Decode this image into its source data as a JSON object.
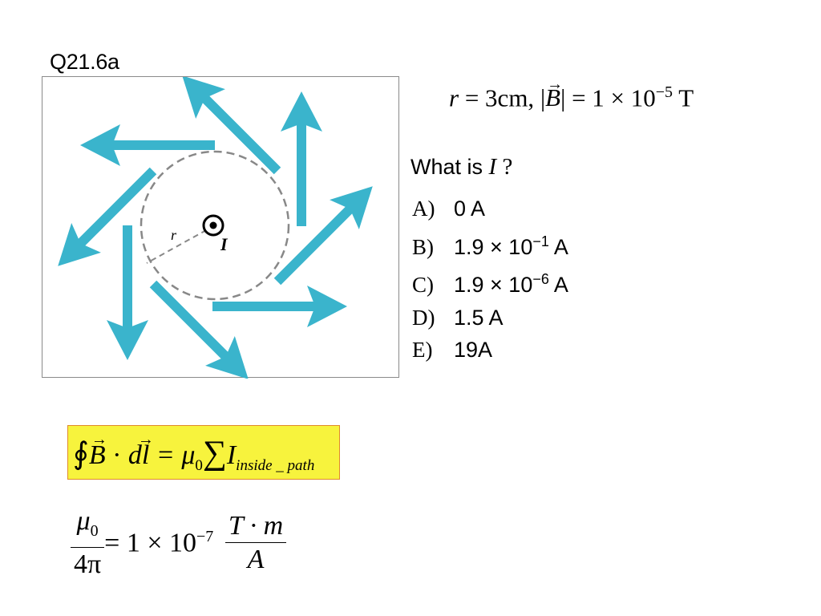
{
  "slide": {
    "title": "Q21.6a"
  },
  "figure": {
    "radius_label": "r",
    "current_label": "I",
    "arrow_color": "#3ab4cc",
    "circle_color": "#888888"
  },
  "given": {
    "r_var": "r",
    "r_value": " = 3cm, ",
    "b_abs_open": "|",
    "b_var": "B",
    "b_abs_close": "|",
    "b_value": " = 1 × 10",
    "b_exp": "−5",
    "b_unit": " T"
  },
  "question": {
    "prefix": "What is ",
    "var": "I",
    "suffix": " ?"
  },
  "choices": [
    {
      "letter": "A)",
      "text": "0 A",
      "base": "",
      "exp": "",
      "unit": ""
    },
    {
      "letter": "B)",
      "text": "",
      "base": "1.9 × 10",
      "exp": "−1",
      "unit": " A"
    },
    {
      "letter": "C)",
      "text": "",
      "base": "1.9 × 10",
      "exp": "−6",
      "unit": " A"
    },
    {
      "letter": "D)",
      "text": "1.5 A",
      "base": "",
      "exp": "",
      "unit": ""
    },
    {
      "letter": "E)",
      "text": "19A",
      "base": "",
      "exp": "",
      "unit": ""
    }
  ],
  "ampere_law": {
    "integral": "∮",
    "b": "B",
    "dot": " · ",
    "dl": "dl",
    "equals": " = μ",
    "mu_sub": "0",
    "sum": "∑",
    "i": "I",
    "i_sub": "inside _ path",
    "highlight_color": "#f7f33d"
  },
  "constant": {
    "num_mu": "μ",
    "num_sub": "0",
    "den": "4π",
    "mid": " = 1 × 10",
    "mid_exp": "−7",
    "unit_num": "T · m",
    "unit_den": "A"
  }
}
